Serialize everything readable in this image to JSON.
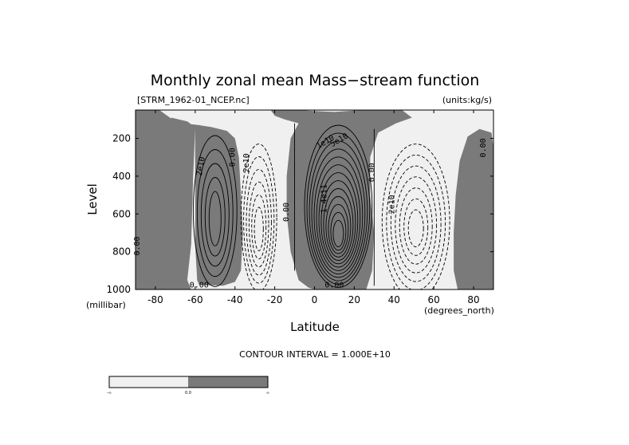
{
  "chart_data": {
    "type": "contour",
    "title": "Monthly zonal mean Mass−stream function",
    "subtitle_left": "[STRM_1962-01_NCEP.nc]",
    "subtitle_right": "(units:kg/s)",
    "xlabel": "Latitude",
    "ylabel": "Level",
    "x_unit": "(degrees_north)",
    "y_unit": "(millibar)",
    "xlim": [
      -90,
      90
    ],
    "ylim": [
      1000,
      50
    ],
    "x_ticks": [
      -80,
      -60,
      -40,
      -20,
      0,
      20,
      40,
      60,
      80
    ],
    "y_ticks": [
      200,
      400,
      600,
      800,
      1000
    ],
    "contour_interval_text": "CONTOUR INTERVAL = 1.000E+10",
    "contour_labels": [
      "2e10",
      "0.00",
      "2e10",
      "0.00",
      "0.00",
      "1.4e11",
      "1e10",
      "5e10",
      "0.00",
      "2e10",
      "0.00",
      "0.00",
      "0.00"
    ],
    "shading": {
      "positive": "#7a7a7a",
      "negative": "#f0f0f0"
    },
    "cells": [
      {
        "center_lat": -50,
        "center_level": 600,
        "sign": "positive",
        "peak": 60000000000.0
      },
      {
        "center_lat": -28,
        "center_level": 650,
        "sign": "negative",
        "peak": -60000000000.0
      },
      {
        "center_lat": 12,
        "center_level": 550,
        "sign": "positive",
        "peak": 140000000000.0
      },
      {
        "center_lat": 50,
        "center_level": 650,
        "sign": "negative",
        "peak": -80000000000.0
      }
    ],
    "colorbar_labels": [
      "-∞",
      "0.0",
      "∞"
    ]
  }
}
